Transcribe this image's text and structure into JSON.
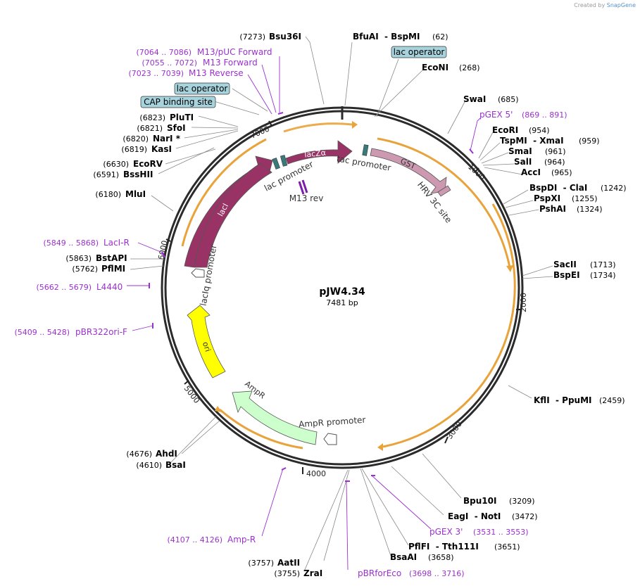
{
  "credit": {
    "prefix": "Created by",
    "brand": "SnapGene"
  },
  "plasmid": {
    "name": "pJW4.34",
    "size_label": "7481 bp",
    "length": 7481
  },
  "colors": {
    "backbone": "#2b2b2b",
    "primer": "#9b30d0",
    "enzyme_text": "#000000",
    "ori": "#ffff00",
    "ampr": "#ccffcc",
    "laci": "#993366",
    "gst": "#cc99b0",
    "promoter": "#ffffff",
    "orf": "#e8a33a",
    "feature_box": "#a7d3dd"
  },
  "ticks": [
    "1000",
    "2000",
    "3000",
    "4000",
    "5000",
    "6000",
    "7000"
  ],
  "features": [
    {
      "name": "lacI",
      "label": "lacI"
    },
    {
      "name": "lacZa",
      "label": "lacZα"
    },
    {
      "name": "gst",
      "label": "GST"
    },
    {
      "name": "ori",
      "label": "ori"
    },
    {
      "name": "ampr",
      "label": "AmpR"
    },
    {
      "name": "laciq-promoter",
      "label": "lacIq promoter"
    },
    {
      "name": "lac-promoter",
      "label": "lac promoter"
    },
    {
      "name": "tac-promoter",
      "label": "tac promoter"
    },
    {
      "name": "ampr-promoter",
      "label": "AmpR promoter"
    },
    {
      "name": "hrv-site",
      "label": "HRV 3C site"
    },
    {
      "name": "m13-rev",
      "label": "M13 rev"
    }
  ],
  "boxed_features": [
    {
      "label": "lac operator"
    },
    {
      "label": "lac operator"
    },
    {
      "label": "CAP binding site"
    }
  ],
  "enzymes": [
    {
      "name": "Bsu36I",
      "pos": "(7273)"
    },
    {
      "name": "BfuAI  - BspMI",
      "pos": "(62)"
    },
    {
      "name": "EcoNI",
      "pos": "(268)"
    },
    {
      "name": "SwaI",
      "pos": "(685)"
    },
    {
      "name": "EcoRI",
      "pos": "(954)"
    },
    {
      "name": "TspMI  - XmaI",
      "pos": "(959)"
    },
    {
      "name": "SmaI",
      "pos": "(961)"
    },
    {
      "name": "SalI",
      "pos": "(964)"
    },
    {
      "name": "AccI",
      "pos": "(965)"
    },
    {
      "name": "BspDI  - ClaI",
      "pos": "(1242)"
    },
    {
      "name": "PspXI",
      "pos": "(1255)"
    },
    {
      "name": "PshAI",
      "pos": "(1324)"
    },
    {
      "name": "SacII",
      "pos": "(1713)"
    },
    {
      "name": "BspEI",
      "pos": "(1734)"
    },
    {
      "name": "KflI  - PpuMI",
      "pos": "(2459)"
    },
    {
      "name": "Bpu10I",
      "pos": "(3209)"
    },
    {
      "name": "EagI  - NotI",
      "pos": "(3472)"
    },
    {
      "name": "PflFI  - Tth111I",
      "pos": "(3651)"
    },
    {
      "name": "BsaAI",
      "pos": "(3658)"
    },
    {
      "name": "AatII",
      "pos": "(3757)"
    },
    {
      "name": "ZraI",
      "pos": "(3755)"
    },
    {
      "name": "AhdI",
      "pos": "(4676)"
    },
    {
      "name": "BsaI",
      "pos": "(4610)"
    },
    {
      "name": "BstAPI",
      "pos": "(5863)"
    },
    {
      "name": "PflMI",
      "pos": "(5762)"
    },
    {
      "name": "MluI",
      "pos": "(6180)"
    },
    {
      "name": "EcoRV",
      "pos": "(6630)"
    },
    {
      "name": "BssHII",
      "pos": "(6591)"
    },
    {
      "name": "PluTI",
      "pos": "(6823)"
    },
    {
      "name": "SfoI",
      "pos": "(6821)"
    },
    {
      "name": "NarI *",
      "pos": "(6820)"
    },
    {
      "name": "KasI",
      "pos": "(6819)"
    }
  ],
  "primers": [
    {
      "name": "M13/pUC Forward",
      "range": "(7064 .. 7086)"
    },
    {
      "name": "M13 Forward",
      "range": "(7055 .. 7072)"
    },
    {
      "name": "M13 Reverse",
      "range": "(7023 .. 7039)"
    },
    {
      "name": "pGEX 5'",
      "range": "(869 .. 891)"
    },
    {
      "name": "LacI-R",
      "range": "(5849 .. 5868)"
    },
    {
      "name": "L4440",
      "range": "(5662 .. 5679)"
    },
    {
      "name": "pBR322ori-F",
      "range": "(5409 .. 5428)"
    },
    {
      "name": "pGEX 3'",
      "range": "(3531 .. 3553)"
    },
    {
      "name": "pBRforEco",
      "range": "(3698 .. 3716)"
    },
    {
      "name": "Amp-R",
      "range": "(4107 .. 4126)"
    }
  ]
}
